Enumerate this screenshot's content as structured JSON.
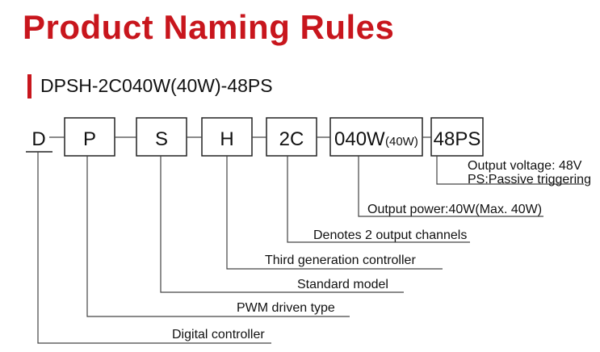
{
  "title": "Product Naming Rules",
  "subtitle": "DPSH-2C040W(40W)-48PS",
  "accent_color": "#c8161d",
  "code_parts": [
    {
      "text": "D",
      "small": ""
    },
    {
      "text": "P",
      "small": ""
    },
    {
      "text": "S",
      "small": ""
    },
    {
      "text": "H",
      "small": ""
    },
    {
      "text": "2C",
      "small": ""
    },
    {
      "text": "040W",
      "small": "(40W)"
    },
    {
      "text": "48PS",
      "small": ""
    }
  ],
  "descriptions": [
    "Digital controller",
    "PWM driven type",
    "Standard model",
    "Third generation controller",
    "Denotes 2 output channels",
    "Output power:40W(Max. 40W)",
    "Output voltage: 48V",
    "PS:Passive triggering"
  ]
}
